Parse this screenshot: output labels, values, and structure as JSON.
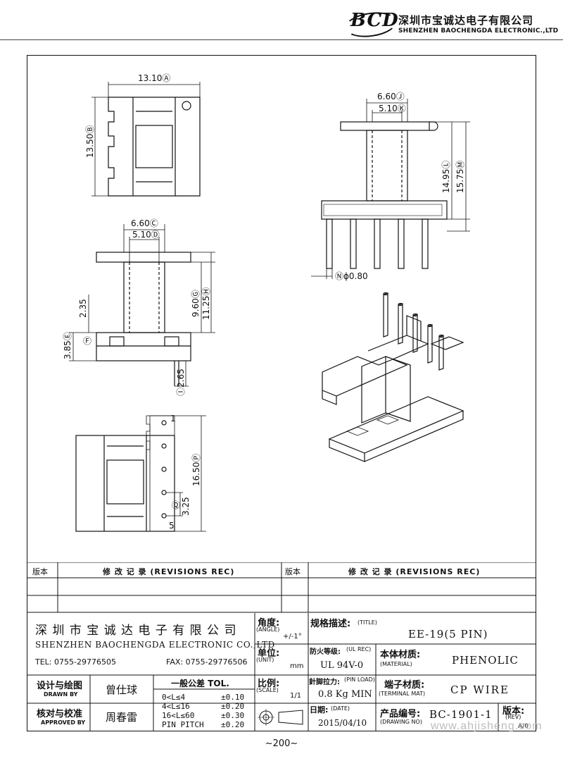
{
  "header": {
    "logo": "BCD",
    "company_cn": "深圳市宝诚达电子有限公司",
    "company_en": "SHENZHEN BAOCHENGDA ELECTRONIC.,LTD"
  },
  "drawing": {
    "dims": {
      "top_width": "13.10Ⓐ",
      "top_height": "13.50Ⓑ",
      "front_w_outer": "6.60Ⓒ",
      "front_w_inner": "5.10Ⓓ",
      "front_h_left": "2.35",
      "front_h_base": "3.85Ⓔ",
      "front_f": "Ⓕ",
      "front_h1": "9.60Ⓖ",
      "front_h2": "11.25Ⓗ",
      "front_pin": "Ⓘ2.65",
      "side_w_outer": "6.60Ⓙ",
      "side_w_inner": "5.10Ⓚ",
      "side_h1": "14.95Ⓛ",
      "side_h2": "15.75Ⓜ",
      "pin_dia": "Ⓝϕ0.80",
      "bottom_h": "16.50Ⓟ",
      "bottom_pitch": "3.25",
      "bottom_q": "Ⓠ",
      "pin1": "1",
      "pin5": "5"
    }
  },
  "revisions": {
    "col_ver_left": "版本",
    "col_rec_left": "修 改 记 录 (REVISIONS REC)",
    "col_ver_right": "版本",
    "col_rec_right": "修 改 记 录 (REVISIONS REC)"
  },
  "titleblock": {
    "company_cn": "深 圳 市 宝 诚 达 电 子 有 限 公 司",
    "company_en": "SHENZHEN BAOCHENGDA ELECTRONIC CO.,LTD",
    "tel": "TEL: 0755-29776505",
    "fax": "FAX: 0755-29776506",
    "angle_label": "角度:",
    "angle_en": "(ANGLE)",
    "angle_val": "+/-1°",
    "unit_label": "单位:",
    "unit_en": "(UNIT)",
    "unit_val": "mm",
    "scale_label": "比例:",
    "scale_en": "(SCALE)",
    "scale_val": "1/1",
    "title_label": "规格描述:",
    "title_en": "(TITLE)",
    "title_val": "EE-19(5 PIN)",
    "ul_label": "防火等级:",
    "ul_en": "(UL REC)",
    "ul_val": "UL 94V-0",
    "material_label": "本体材质:",
    "material_en": "(MATERIAL)",
    "material_val": "PHENOLIC",
    "pinload_label": "針脚拉力:",
    "pinload_en": "(PIN LOAD)",
    "pinload_val": "0.8 Kg MIN",
    "terminal_label": "端子材质:",
    "terminal_en": "(TERMINAL MAT)",
    "terminal_val": "CP WIRE",
    "date_label": "日期:",
    "date_en": "(DATE)",
    "date_val": "2015/04/10",
    "drawingno_label": "产品编号:",
    "drawingno_en": "(DRAWING NO)",
    "drawingno_val": "BC-1901-1",
    "rev_label": "版本:",
    "rev_en": "(REV)",
    "rev_val": "A/0",
    "drawn_label": "设计与绘图",
    "drawn_en": "DRAWN BY",
    "drawn_val": "曾仕球",
    "approved_label": "核对与校准",
    "approved_en": "APPROVED BY",
    "approved_val": "周春雷",
    "tol_title": "一般公差 TOL.",
    "tol_rows": [
      {
        "range": "0<L≤4",
        "val": "±0.10"
      },
      {
        "range": "4<L≤16",
        "val": "±0.20"
      },
      {
        "range": "16<L≤60",
        "val": "±0.30"
      },
      {
        "range": "PIN PITCH",
        "val": "±0.20"
      }
    ]
  },
  "page_number": "~200~",
  "watermark": "www.ahjisheng.com"
}
